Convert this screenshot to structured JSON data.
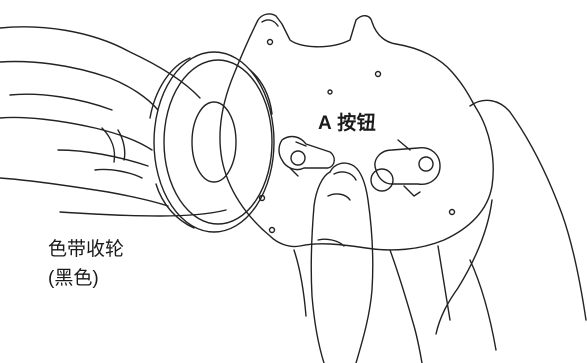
{
  "labels": {
    "button_a": "A 按钮",
    "take_up_reel": "色带收轮",
    "take_up_reel_color": "(黑色)"
  },
  "colors": {
    "line": "#222222",
    "background": "#ffffff",
    "text": "#1a1a1a"
  }
}
